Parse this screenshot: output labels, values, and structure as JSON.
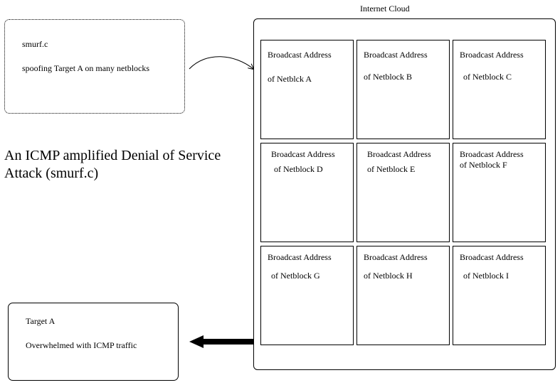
{
  "attacker": {
    "name": "smurf.c",
    "description": "spoofing Target A on many netblocks"
  },
  "cloud": {
    "label": "Internet Cloud",
    "netblocks": [
      {
        "line1": "Broadcast Address",
        "line2": "of  Netblck A"
      },
      {
        "line1": "Broadcast Address",
        "line2": "of Netblock B"
      },
      {
        "line1": "Broadcast Address",
        "line2": "of Netblock C"
      },
      {
        "line1": "Broadcast Address",
        "line2": "of Netblock D"
      },
      {
        "line1": "Broadcast Address",
        "line2": "of Netblock E"
      },
      {
        "line1": "Broadcast Address",
        "line2": "of Netblock F"
      },
      {
        "line1": "Broadcast Address",
        "line2": "of Netblock G"
      },
      {
        "line1": "Broadcast Address",
        "line2": "of Netblock H"
      },
      {
        "line1": "Broadcast Address",
        "line2": "of Netblock I"
      }
    ]
  },
  "title": {
    "line1": "An ICMP amplified Denial of Service",
    "line2": "Attack (smurf.c)"
  },
  "target": {
    "name": "Target A",
    "status": "Overwhelmed with ICMP traffic"
  }
}
